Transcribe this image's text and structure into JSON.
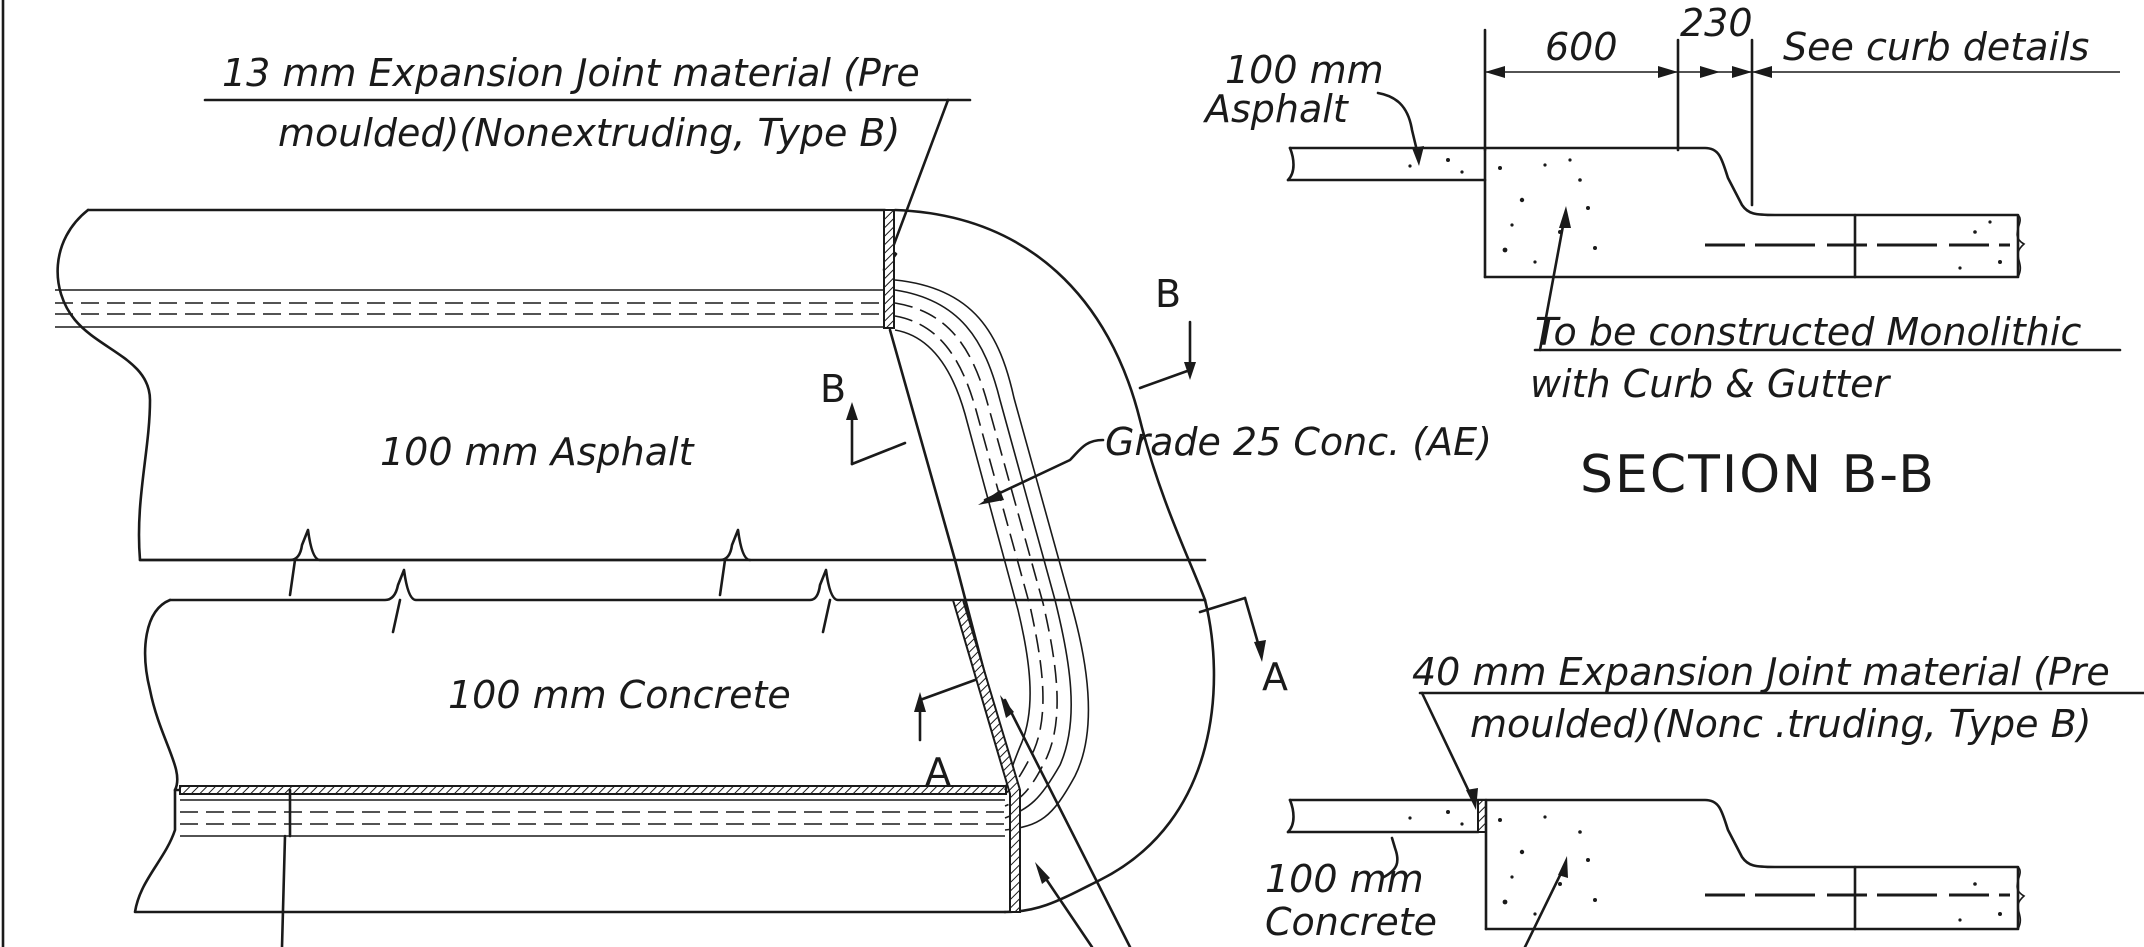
{
  "plan": {
    "joint13_line1": "13 mm Expansion Joint material (Pre",
    "joint13_line2": "moulded)(Nonextruding, Type B)",
    "asphalt_label": "100 mm Asphalt",
    "concrete_label": "100 mm Concrete",
    "grade_label": "Grade 25 Conc. (AE)",
    "cut_b": "B",
    "cut_a": "A"
  },
  "section_bb": {
    "title": "SECTION B-B",
    "dim_600": "600",
    "dim_230": "230",
    "curb_note": "See curb details",
    "asphalt_line1": "100 mm",
    "asphalt_line2": "Asphalt",
    "mono_line1": "To be constructed Monolithic",
    "mono_line2": "with Curb & Gutter"
  },
  "section_aa": {
    "joint40_line1": "40 mm Expansion Joint material (Pre",
    "joint40_line2": "moulded)(Nonc .truding, Type B)",
    "concrete_line1": "100 mm",
    "concrete_line2": "Concrete"
  }
}
